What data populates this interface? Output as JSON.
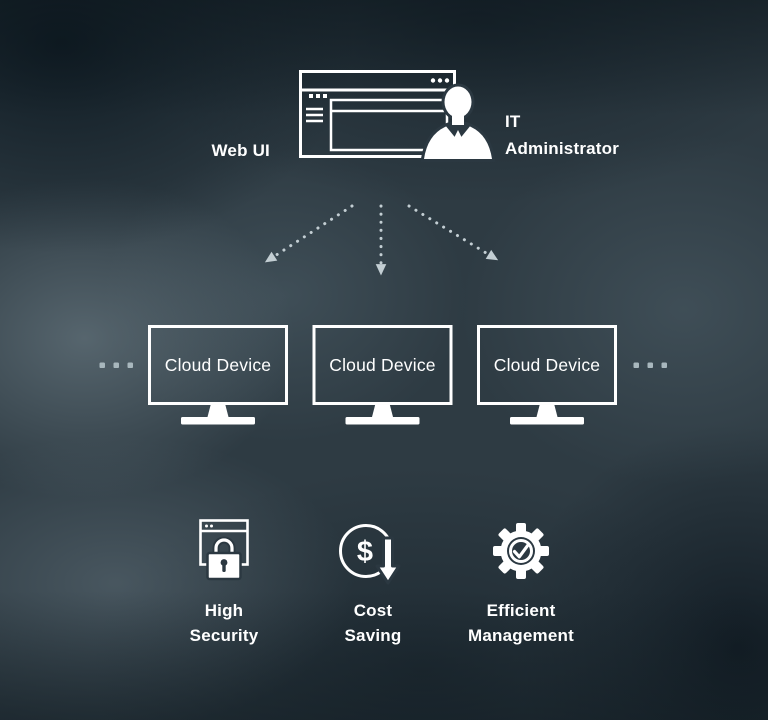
{
  "colors": {
    "foreground": "#ffffff",
    "dotted_line": "#c3ced3",
    "background_base": "#2e3b43",
    "halo_dark": "#2b3841"
  },
  "diagram": {
    "web_ui": {
      "label": "Web UI"
    },
    "administrator": {
      "line1": "IT",
      "line2": "Administrator"
    },
    "cloud_devices": [
      {
        "label": "Cloud Device"
      },
      {
        "label": "Cloud Device"
      },
      {
        "label": "Cloud Device"
      }
    ],
    "features": [
      {
        "icon": "browser-lock-icon",
        "line1": "High",
        "line2": "Security"
      },
      {
        "icon": "dollar-down-arrow-icon",
        "symbol": "$",
        "line1": "Cost",
        "line2": "Saving"
      },
      {
        "icon": "gear-check-icon",
        "line1": "Efficient",
        "line2": "Management"
      }
    ]
  }
}
